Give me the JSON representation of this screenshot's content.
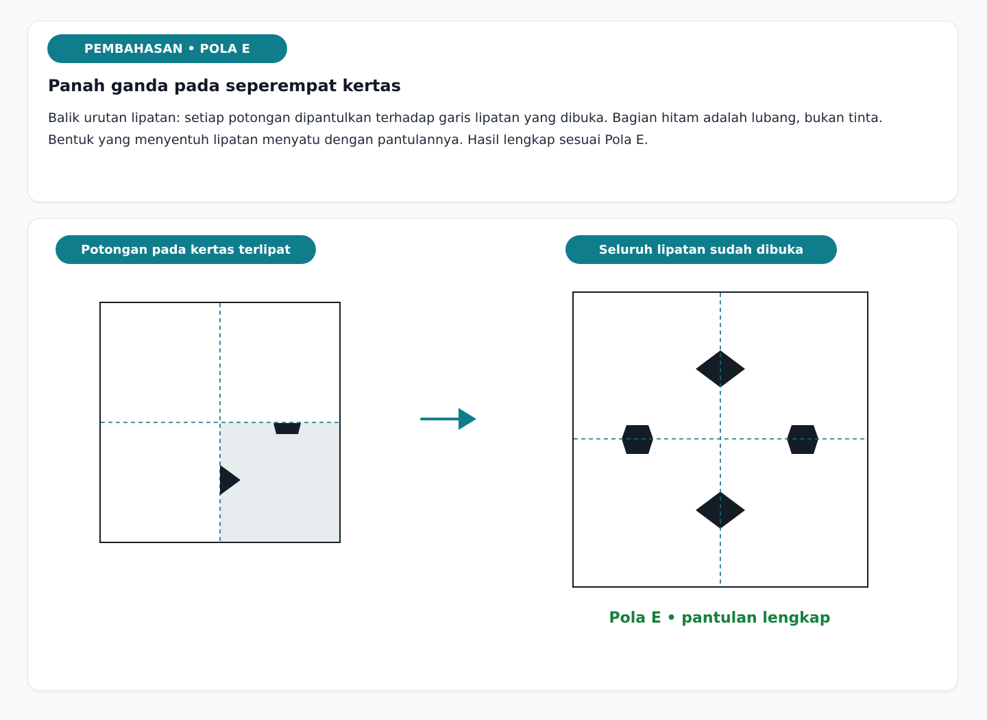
{
  "header": {
    "badge": "PEMBAHASAN • POLA E",
    "title": "Panah ganda pada seperempat kertas",
    "description": "Balik urutan lipatan: setiap potongan dipantulkan terhadap garis lipatan yang dibuka. Bagian hitam adalah lubang, bukan tinta. Bentuk yang menyentuh lipatan menyatu dengan pantulannya. Hasil lengkap sesuai Pola E."
  },
  "panels": {
    "left_label": "Potongan pada kertas terlipat",
    "right_label": "Seluruh lipatan sudah dibuka",
    "caption": "Pola E • pantulan lengkap"
  },
  "colors": {
    "accent": "#0f7d8c",
    "fold_line": "#0f6e7e",
    "hole": "#141c26",
    "folded_quarter": "#e6eced",
    "caption": "#17803b"
  },
  "icons": {
    "transition": "arrow-right-icon"
  }
}
